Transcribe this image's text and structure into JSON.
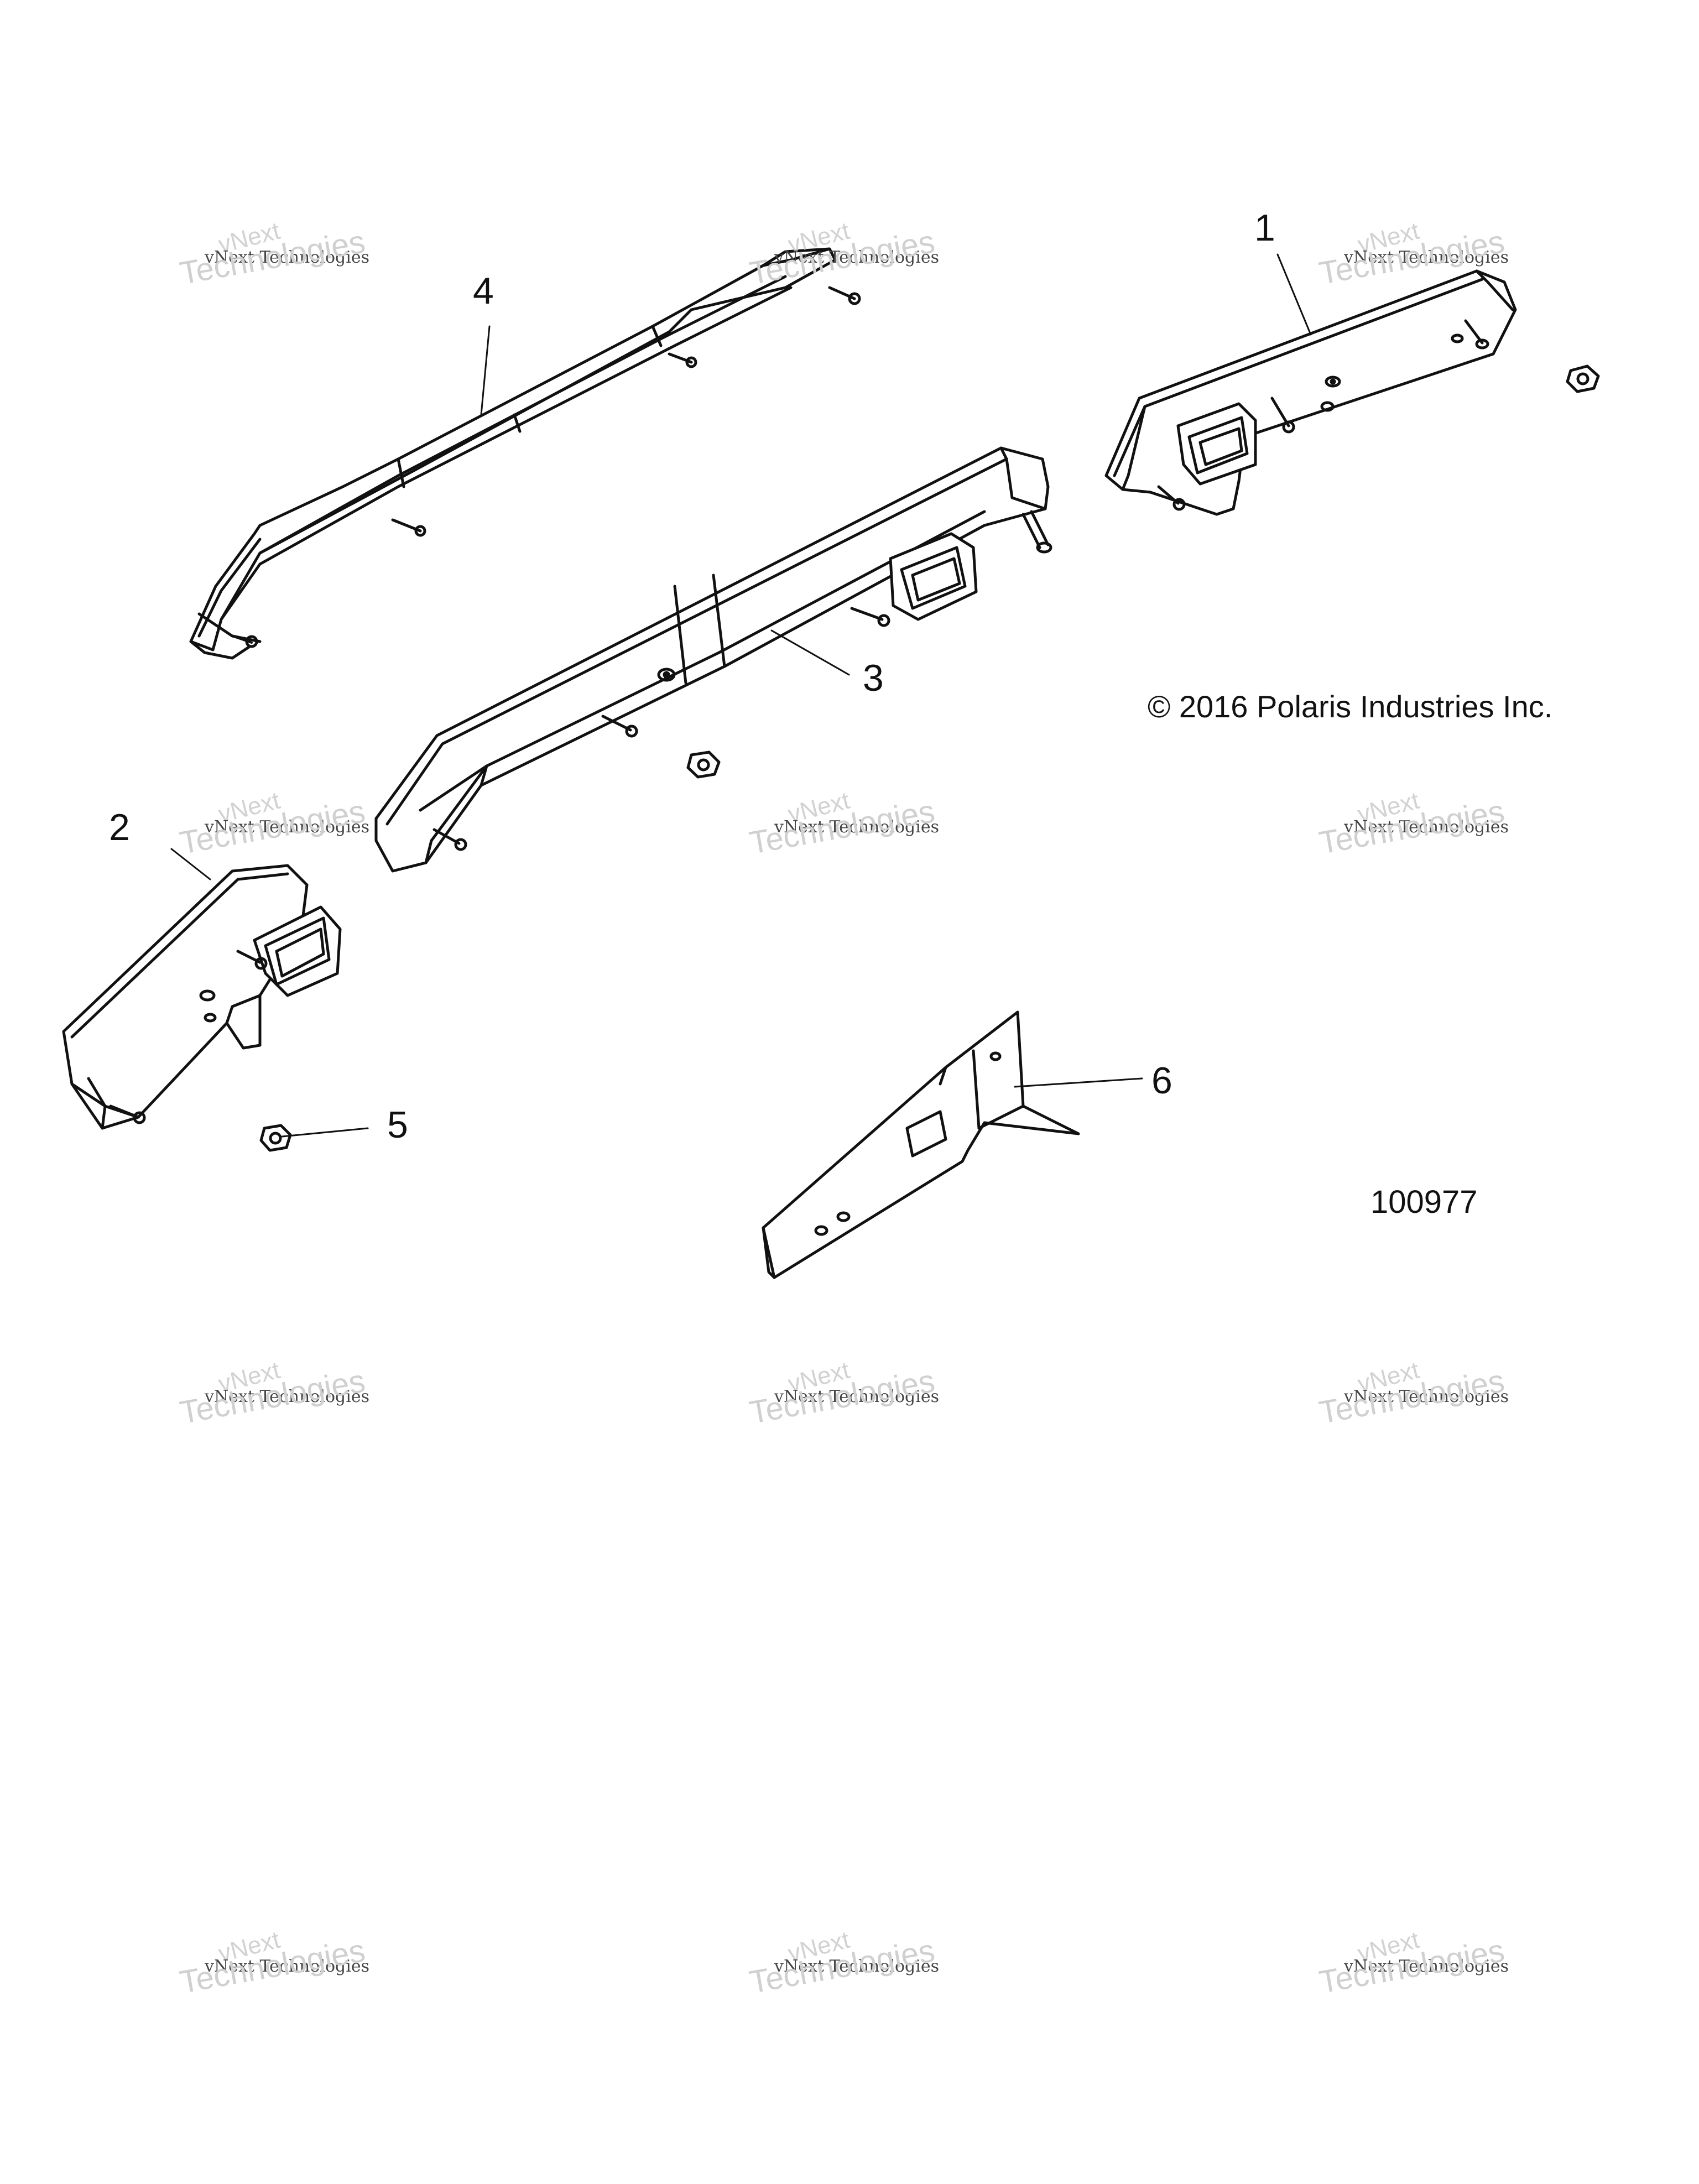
{
  "callouts": {
    "c1": "1",
    "c2": "2",
    "c3": "3",
    "c4": "4",
    "c5": "5",
    "c6": "6"
  },
  "copyright": "© 2016 Polaris Industries Inc.",
  "figure_id": "100977",
  "watermark": {
    "brand": "vNext",
    "small": "vNext Technologies",
    "big": "Technologies"
  }
}
